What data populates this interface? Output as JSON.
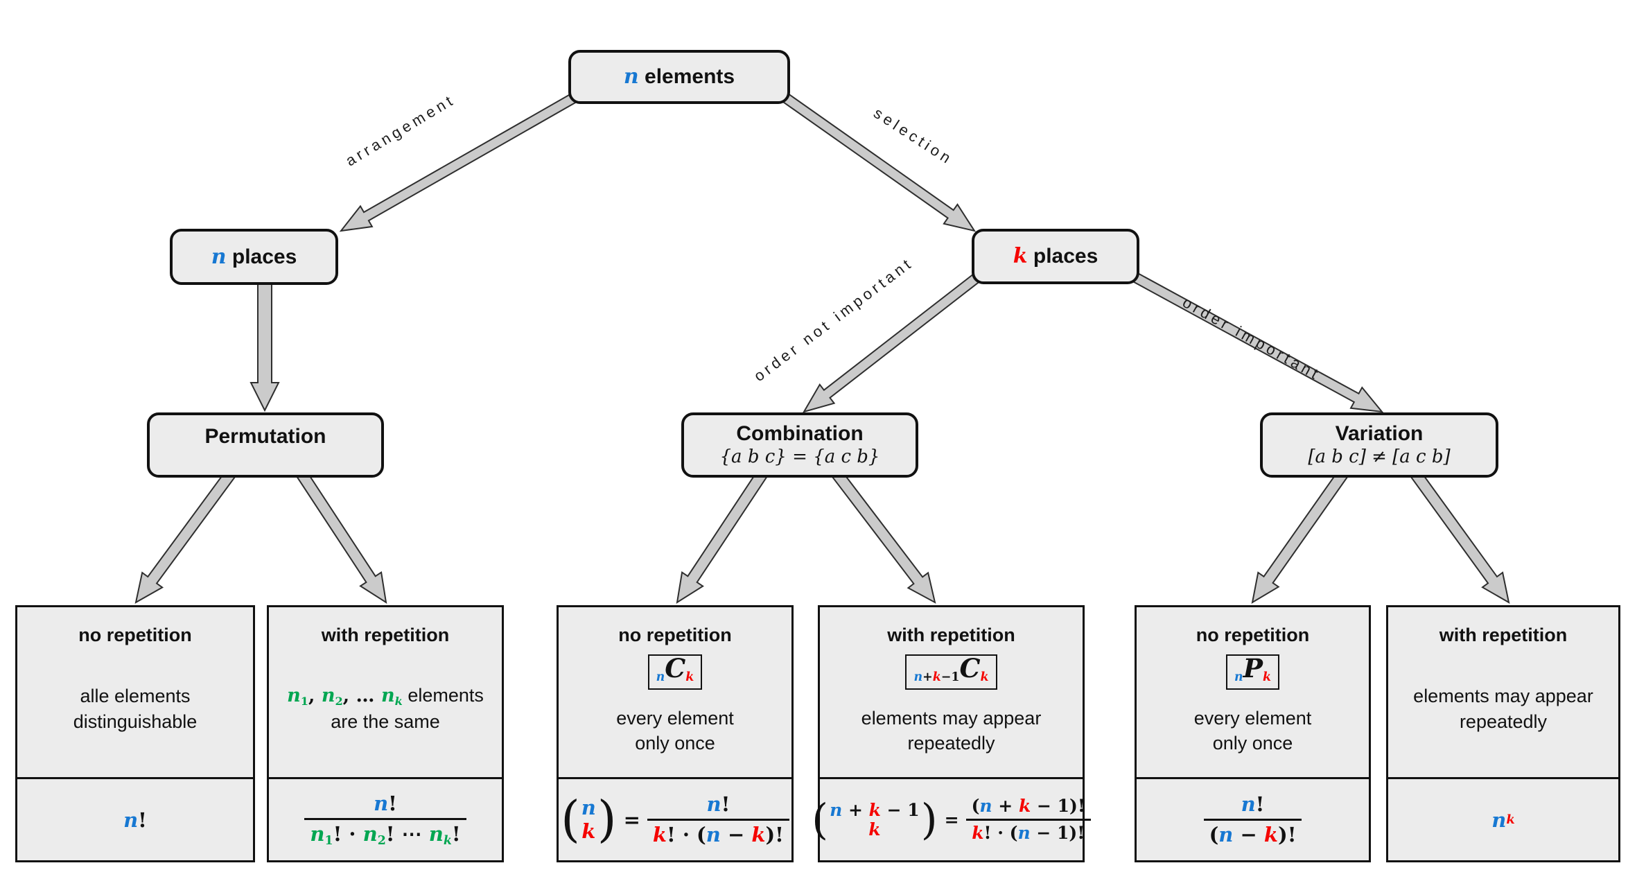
{
  "palette": {
    "blue": "#1778d2",
    "red": "#f50400",
    "green": "#00a651",
    "box_fill": "#ececec",
    "arrow_fill": "#cbcbcb",
    "border": "#111111"
  },
  "nodes": {
    "root": {
      "tokens": [
        {
          "t": "n",
          "c": "b",
          "v": "v"
        },
        {
          "t": " elements",
          "c": "k",
          "v": "s"
        }
      ]
    },
    "n_places": {
      "tokens": [
        {
          "t": "n",
          "c": "b",
          "v": "v"
        },
        {
          "t": " places",
          "c": "k",
          "v": "s"
        }
      ]
    },
    "k_places": {
      "tokens": [
        {
          "t": "k",
          "c": "r",
          "v": "v"
        },
        {
          "t": " places",
          "c": "k",
          "v": "s"
        }
      ]
    },
    "permutation": {
      "title": "Permutation"
    },
    "combination": {
      "title": "Combination",
      "subtitle": "{a b c} = {a c b}"
    },
    "variation": {
      "title": "Variation",
      "subtitle": "[a b c] ≠ [a c b]"
    }
  },
  "edges": {
    "arrangement": "arrangement",
    "selection": "selection",
    "order_not_important": "order not important",
    "order_important": "order important"
  },
  "equals": "=",
  "leaves": [
    {
      "heading": "no repetition",
      "desc1": [
        {
          "t": "alle elements",
          "c": "k",
          "v": "p"
        }
      ],
      "desc2": "distinguishable",
      "formula": [
        {
          "t": "n",
          "c": "b",
          "v": "v"
        },
        {
          "t": "!",
          "c": "k",
          "v": "o"
        }
      ]
    },
    {
      "heading": "with repetition",
      "desc1": [
        {
          "t": "n",
          "c": "g",
          "v": "v"
        },
        {
          "t": "1",
          "c": "g",
          "v": "os"
        },
        {
          "t": ", ",
          "c": "k",
          "v": "o"
        },
        {
          "t": "n",
          "c": "g",
          "v": "v"
        },
        {
          "t": "2",
          "c": "g",
          "v": "os"
        },
        {
          "t": ", … ",
          "c": "k",
          "v": "o"
        },
        {
          "t": "n",
          "c": "g",
          "v": "v"
        },
        {
          "t": "k",
          "c": "g",
          "v": "vs"
        },
        {
          "t": " elements",
          "c": "k",
          "v": "p"
        }
      ],
      "desc2": "are the same",
      "frac_num": [
        {
          "t": "n",
          "c": "b",
          "v": "v"
        },
        {
          "t": "!",
          "c": "k",
          "v": "o"
        }
      ],
      "frac_den": [
        {
          "t": "n",
          "c": "g",
          "v": "v"
        },
        {
          "t": "1",
          "c": "g",
          "v": "os"
        },
        {
          "t": "!",
          "c": "k",
          "v": "o"
        },
        {
          "t": " · ",
          "c": "k",
          "v": "o"
        },
        {
          "t": "n",
          "c": "g",
          "v": "v"
        },
        {
          "t": "2",
          "c": "g",
          "v": "os"
        },
        {
          "t": "!",
          "c": "k",
          "v": "o"
        },
        {
          "t": " ⋯ ",
          "c": "k",
          "v": "o"
        },
        {
          "t": "n",
          "c": "g",
          "v": "v"
        },
        {
          "t": "k",
          "c": "g",
          "v": "vs"
        },
        {
          "t": "!",
          "c": "k",
          "v": "o"
        }
      ]
    },
    {
      "heading": "no repetition",
      "notation": [
        {
          "t": "n",
          "c": "b",
          "v": "vs"
        },
        {
          "t": "C",
          "c": "k",
          "v": "C"
        },
        {
          "t": "k",
          "c": "r",
          "v": "vs"
        }
      ],
      "desc1": [
        {
          "t": "every element",
          "c": "k",
          "v": "p"
        }
      ],
      "desc2": "only once",
      "binom_top": [
        {
          "t": "n",
          "c": "b",
          "v": "v"
        }
      ],
      "binom_bot": [
        {
          "t": "k",
          "c": "r",
          "v": "v"
        }
      ],
      "frac_num": [
        {
          "t": "n",
          "c": "b",
          "v": "v"
        },
        {
          "t": "!",
          "c": "k",
          "v": "o"
        }
      ],
      "frac_den": [
        {
          "t": "k",
          "c": "r",
          "v": "v"
        },
        {
          "t": "! · (",
          "c": "k",
          "v": "o"
        },
        {
          "t": "n",
          "c": "b",
          "v": "v"
        },
        {
          "t": " − ",
          "c": "k",
          "v": "o"
        },
        {
          "t": "k",
          "c": "r",
          "v": "v"
        },
        {
          "t": ")!",
          "c": "k",
          "v": "o"
        }
      ]
    },
    {
      "heading": "with repetition",
      "notation": [
        {
          "t": "n",
          "c": "b",
          "v": "vs"
        },
        {
          "t": "+",
          "c": "k",
          "v": "os"
        },
        {
          "t": "k",
          "c": "r",
          "v": "vs"
        },
        {
          "t": "−1",
          "c": "k",
          "v": "os"
        },
        {
          "t": "C",
          "c": "k",
          "v": "C"
        },
        {
          "t": "k",
          "c": "r",
          "v": "vs"
        }
      ],
      "desc1": [
        {
          "t": "elements may appear",
          "c": "k",
          "v": "p"
        }
      ],
      "desc2": "repeatedly",
      "binom_top": [
        {
          "t": "n",
          "c": "b",
          "v": "v"
        },
        {
          "t": " + ",
          "c": "k",
          "v": "o"
        },
        {
          "t": "k",
          "c": "r",
          "v": "v"
        },
        {
          "t": " − 1",
          "c": "k",
          "v": "o"
        }
      ],
      "binom_bot": [
        {
          "t": "k",
          "c": "r",
          "v": "v"
        }
      ],
      "frac_num": [
        {
          "t": "(",
          "c": "k",
          "v": "o"
        },
        {
          "t": "n",
          "c": "b",
          "v": "v"
        },
        {
          "t": " + ",
          "c": "k",
          "v": "o"
        },
        {
          "t": "k",
          "c": "r",
          "v": "v"
        },
        {
          "t": " − 1)!",
          "c": "k",
          "v": "o"
        }
      ],
      "frac_den": [
        {
          "t": "k",
          "c": "r",
          "v": "v"
        },
        {
          "t": "! · (",
          "c": "k",
          "v": "o"
        },
        {
          "t": "n",
          "c": "b",
          "v": "v"
        },
        {
          "t": " − 1)!",
          "c": "k",
          "v": "o"
        }
      ]
    },
    {
      "heading": "no repetition",
      "notation": [
        {
          "t": "n",
          "c": "b",
          "v": "vs"
        },
        {
          "t": "P",
          "c": "k",
          "v": "C"
        },
        {
          "t": "k",
          "c": "r",
          "v": "vs"
        }
      ],
      "desc1": [
        {
          "t": "every element",
          "c": "k",
          "v": "p"
        }
      ],
      "desc2": "only once",
      "frac_num": [
        {
          "t": "n",
          "c": "b",
          "v": "v"
        },
        {
          "t": "!",
          "c": "k",
          "v": "o"
        }
      ],
      "frac_den": [
        {
          "t": "(",
          "c": "k",
          "v": "o"
        },
        {
          "t": "n",
          "c": "b",
          "v": "v"
        },
        {
          "t": " − ",
          "c": "k",
          "v": "o"
        },
        {
          "t": "k",
          "c": "r",
          "v": "v"
        },
        {
          "t": ")!",
          "c": "k",
          "v": "o"
        }
      ]
    },
    {
      "heading": "with repetition",
      "desc1": [
        {
          "t": "elements may appear",
          "c": "k",
          "v": "p"
        }
      ],
      "desc2": "repeatedly",
      "formula": [
        {
          "t": "n",
          "c": "b",
          "v": "v"
        },
        {
          "t": "k",
          "c": "r",
          "v": "sup"
        }
      ]
    }
  ]
}
